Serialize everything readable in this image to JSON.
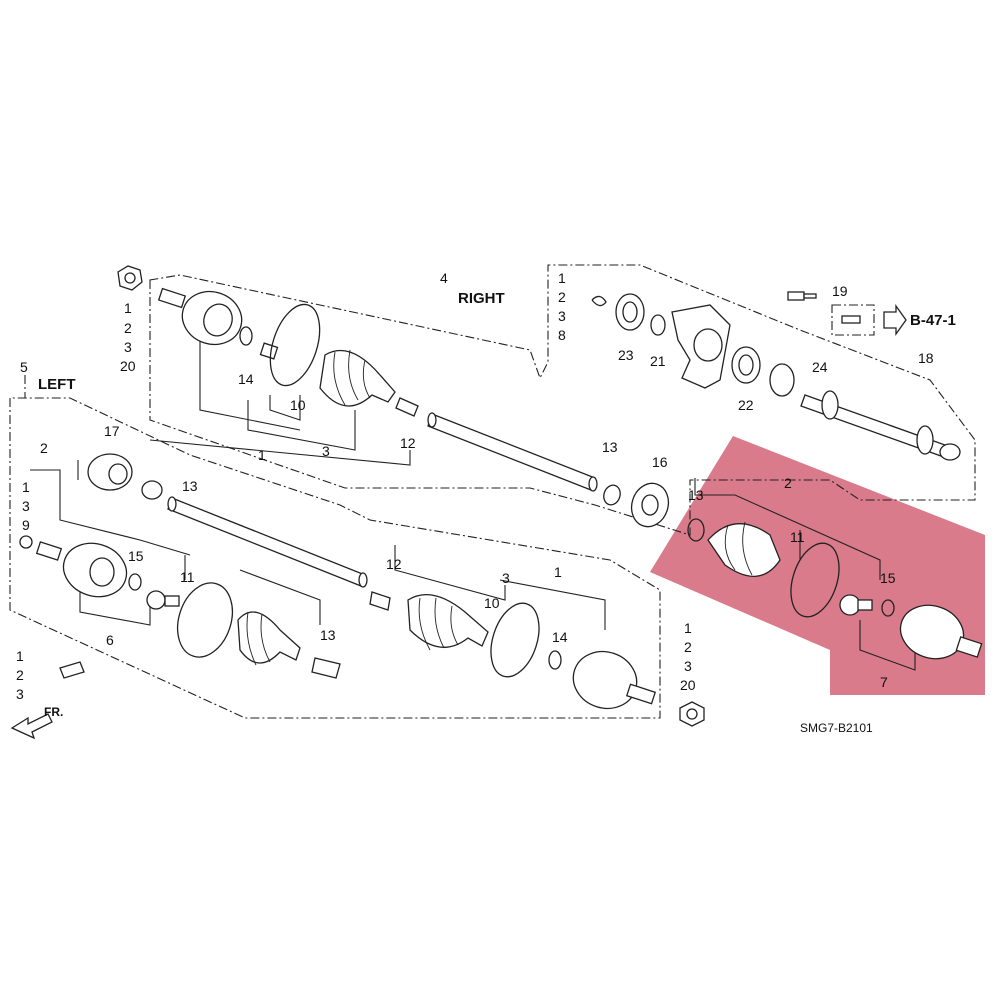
{
  "diagram": {
    "code": "SMG7-B2101",
    "ref": "B-47-1",
    "right_label": "RIGHT",
    "left_label": "LEFT",
    "fr_label": "FR.",
    "highlight_color": "#d05a6e",
    "labels": {
      "n4": "4",
      "n5": "5",
      "tl_a": "1",
      "tl_b": "2",
      "tl_c": "3",
      "tl_d": "20",
      "r14": "14",
      "r10": "10",
      "r3": "3",
      "r1": "1",
      "r12": "12",
      "rb_a": "1",
      "rb_b": "2",
      "rb_c": "3",
      "rb_d": "8",
      "r23": "23",
      "r21": "21",
      "r22": "22",
      "r19": "19",
      "r24": "24",
      "r18": "18",
      "r13": "13",
      "r16": "16",
      "l17": "17",
      "l13": "13",
      "l2": "2",
      "ls_a": "1",
      "ls_b": "3",
      "ls_c": "9",
      "l15": "15",
      "l11": "11",
      "l6": "6",
      "l13b": "13",
      "l12": "12",
      "l3": "3",
      "l1": "1",
      "l10": "10",
      "l14": "14",
      "bl_a": "1",
      "bl_b": "2",
      "bl_c": "3",
      "br_a": "1",
      "br_b": "2",
      "br_c": "3",
      "br_d": "20",
      "h13": "13",
      "h2": "2",
      "h11": "11",
      "h15": "15",
      "h7": "7"
    }
  }
}
